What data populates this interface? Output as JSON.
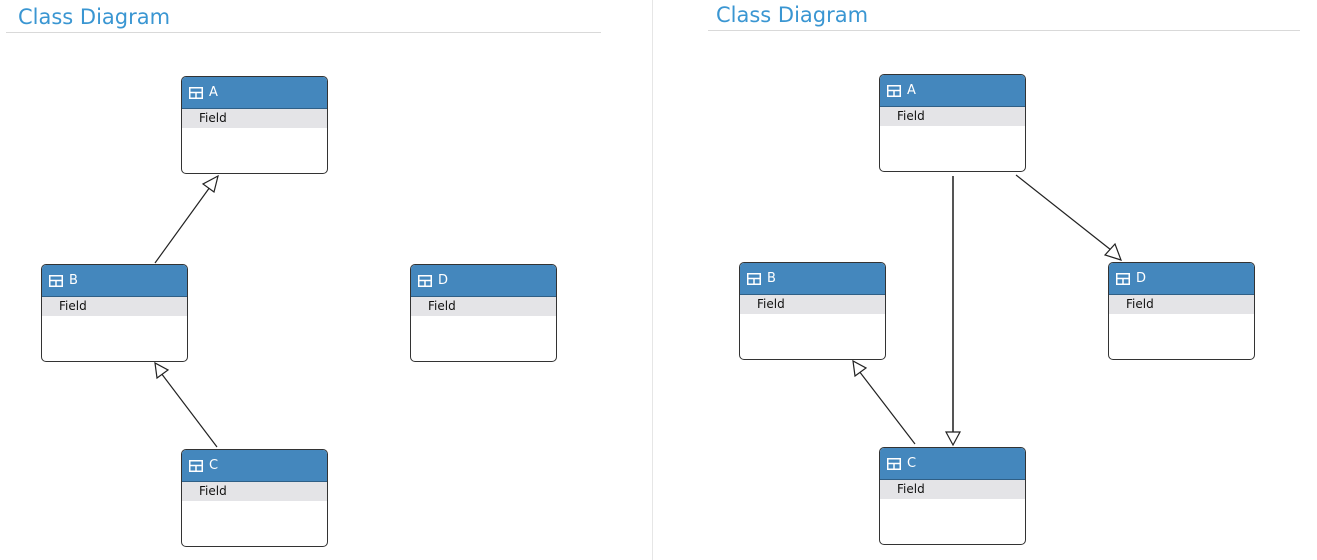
{
  "diagrams": [
    {
      "title": "Class Diagram",
      "classes": [
        {
          "name": "A",
          "fields": [
            "Field"
          ]
        },
        {
          "name": "B",
          "fields": [
            "Field"
          ]
        },
        {
          "name": "C",
          "fields": [
            "Field"
          ]
        },
        {
          "name": "D",
          "fields": [
            "Field"
          ]
        }
      ],
      "relations": [
        {
          "from": "B",
          "to": "A",
          "type": "generalization"
        },
        {
          "from": "C",
          "to": "B",
          "type": "generalization"
        }
      ]
    },
    {
      "title": "Class Diagram",
      "classes": [
        {
          "name": "A",
          "fields": [
            "Field"
          ]
        },
        {
          "name": "B",
          "fields": [
            "Field"
          ]
        },
        {
          "name": "C",
          "fields": [
            "Field"
          ]
        },
        {
          "name": "D",
          "fields": [
            "Field"
          ]
        }
      ],
      "relations": [
        {
          "from": "A",
          "to": "D",
          "type": "generalization"
        },
        {
          "from": "A",
          "to": "C",
          "type": "generalization"
        },
        {
          "from": "C",
          "to": "B",
          "type": "generalization"
        }
      ]
    }
  ],
  "colors": {
    "title": "#3a96d2",
    "header": "#4487bd",
    "field_row": "#e4e4e7",
    "border": "#333333"
  },
  "icons": {
    "class_icon": "class-table-icon"
  }
}
